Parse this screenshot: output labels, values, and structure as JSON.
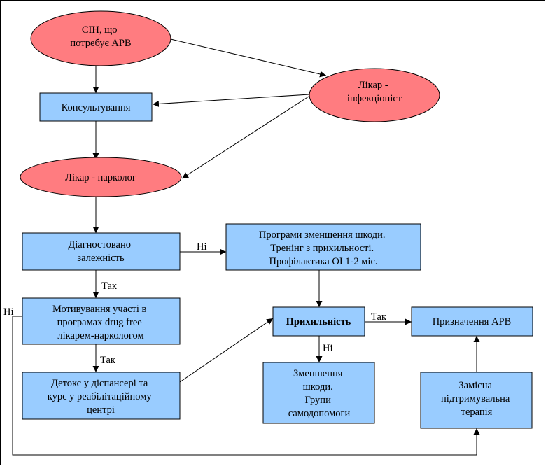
{
  "nodes": {
    "siv": [
      "СІН, що",
      "потребує АРВ"
    ],
    "infect": [
      "Лікар -",
      "інфекціоніст"
    ],
    "consult": [
      "Консультування"
    ],
    "narco": [
      "Лікар - нарколог"
    ],
    "diag": [
      "Діагностовано",
      "залежність"
    ],
    "harm": [
      "Програми зменшення шкоди.",
      "Тренінг з прихильності.",
      "Профілактика ОІ 1-2 міс."
    ],
    "motiv": [
      "Мотивування участі в",
      "програмах drug free",
      "лікарем-наркологом"
    ],
    "adher": [
      "Прихильність"
    ],
    "arv": [
      "Призначення АРВ"
    ],
    "detox": [
      "Детокс у діспансері та",
      "курс у реабілітаційному",
      "центрі"
    ],
    "reduce": [
      "Зменшення",
      "шкоди.",
      "Групи",
      "самодопомоги"
    ],
    "subst": [
      "Замісна",
      "підтримувальна",
      "терапія"
    ]
  },
  "edge_labels": {
    "no_diag": "Ні",
    "yes_diag": "Так",
    "no_motiv": "Ні",
    "yes_motiv": "Так",
    "yes_adher": "Так",
    "no_adher": "Ні"
  }
}
